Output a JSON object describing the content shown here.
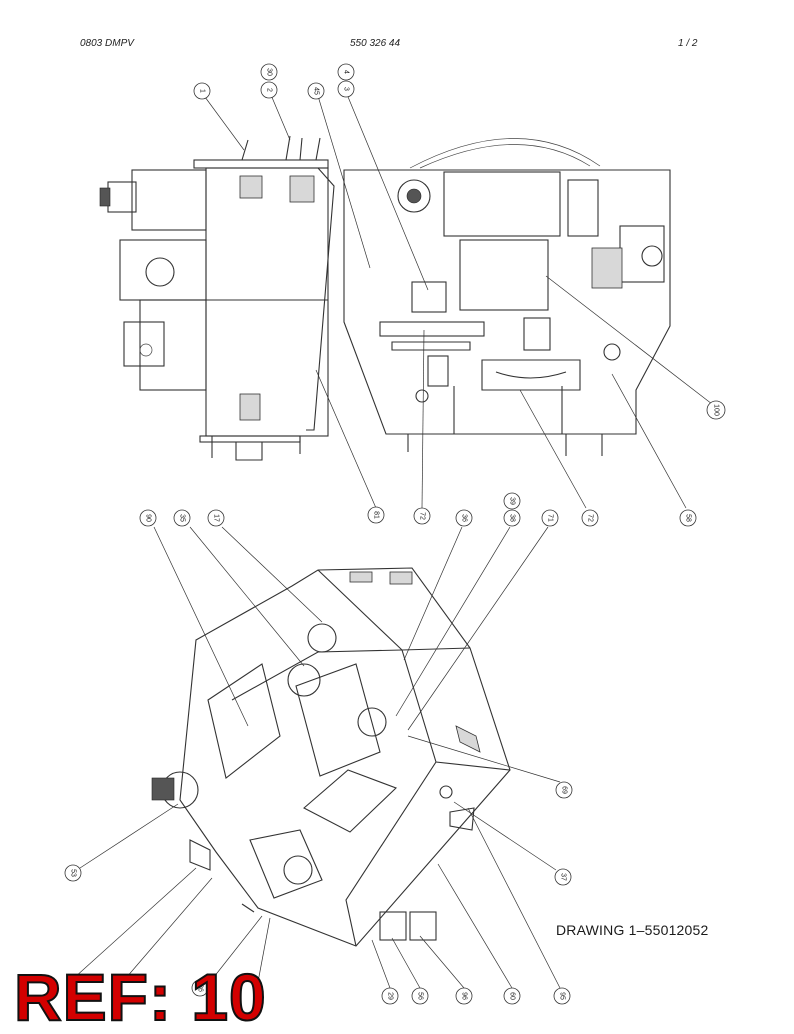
{
  "header": {
    "left": "0803 DMPV",
    "center": "550 326 44",
    "right": "1 /  2"
  },
  "caption": "DRAWING 1–55012052",
  "stamp": "REF: 10",
  "callouts": [
    {
      "id": "c-1",
      "label": "1"
    },
    {
      "id": "c-30",
      "label": "30"
    },
    {
      "id": "c-2",
      "label": "2"
    },
    {
      "id": "c-45",
      "label": "45"
    },
    {
      "id": "c-4",
      "label": "4"
    },
    {
      "id": "c-3",
      "label": "3"
    },
    {
      "id": "c-100",
      "label": "100"
    },
    {
      "id": "c-81",
      "label": "81"
    },
    {
      "id": "c-72a",
      "label": "72"
    },
    {
      "id": "c-39",
      "label": "39"
    },
    {
      "id": "c-72b",
      "label": "72"
    },
    {
      "id": "c-58",
      "label": "58"
    },
    {
      "id": "c-90",
      "label": "90"
    },
    {
      "id": "c-35",
      "label": "35"
    },
    {
      "id": "c-17",
      "label": "17"
    },
    {
      "id": "c-36",
      "label": "36"
    },
    {
      "id": "c-38",
      "label": "38"
    },
    {
      "id": "c-71",
      "label": "71"
    },
    {
      "id": "c-69",
      "label": "69"
    },
    {
      "id": "c-53",
      "label": "53"
    },
    {
      "id": "c-37",
      "label": "37"
    },
    {
      "id": "c-36b",
      "label": "36"
    },
    {
      "id": "c-29",
      "label": "29"
    },
    {
      "id": "c-56",
      "label": "56"
    },
    {
      "id": "c-96",
      "label": "96"
    },
    {
      "id": "c-60",
      "label": "60"
    },
    {
      "id": "c-95",
      "label": "95"
    }
  ]
}
